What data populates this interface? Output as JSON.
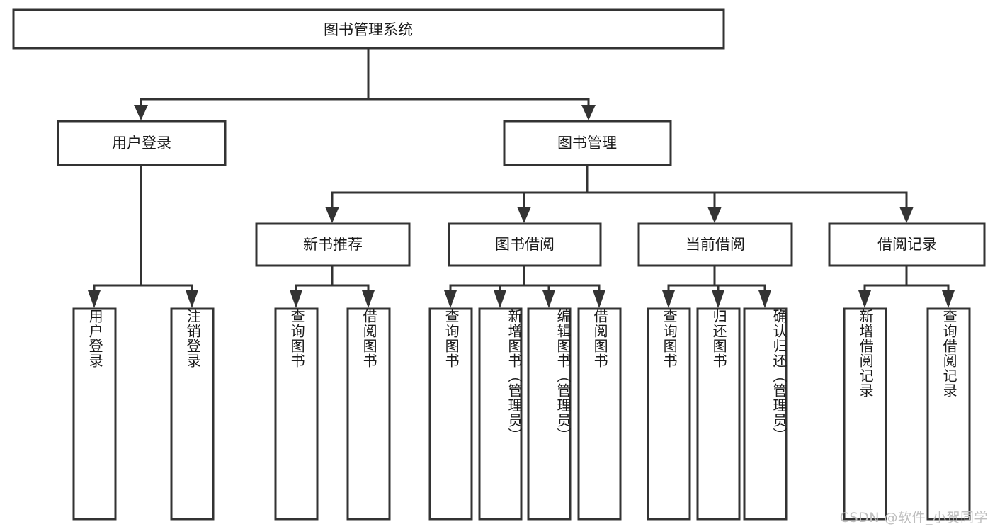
{
  "diagram": {
    "type": "tree-hierarchy",
    "title": "图书管理系统",
    "watermark": "CSDN @软件_小贺同学",
    "colors": {
      "stroke": "#333333",
      "fill": "#ffffff",
      "text": "#1a1a1a",
      "watermark": "#bfbfbf",
      "background": "#ffffff"
    },
    "root": {
      "label": "图书管理系统"
    },
    "level1": [
      {
        "label": "用户登录"
      },
      {
        "label": "图书管理"
      }
    ],
    "level2": [
      {
        "label": "新书推荐"
      },
      {
        "label": "图书借阅"
      },
      {
        "label": "当前借阅"
      },
      {
        "label": "借阅记录"
      }
    ],
    "leaves": {
      "user_login": [
        {
          "label": "用户登录"
        },
        {
          "label": "注销登录"
        }
      ],
      "new_book_recommend": [
        {
          "label": "查询图书"
        },
        {
          "label": "借阅图书"
        }
      ],
      "book_borrow": [
        {
          "label": "查询图书"
        },
        {
          "label": "新增图书（管理员）"
        },
        {
          "label": "编辑图书（管理员）"
        },
        {
          "label": "借阅图书"
        }
      ],
      "current_borrow": [
        {
          "label": "查询图书"
        },
        {
          "label": "归还图书"
        },
        {
          "label": "确认归还（管理员）"
        }
      ],
      "borrow_record": [
        {
          "label": "新增借阅记录"
        },
        {
          "label": "查询借阅记录"
        }
      ]
    }
  }
}
